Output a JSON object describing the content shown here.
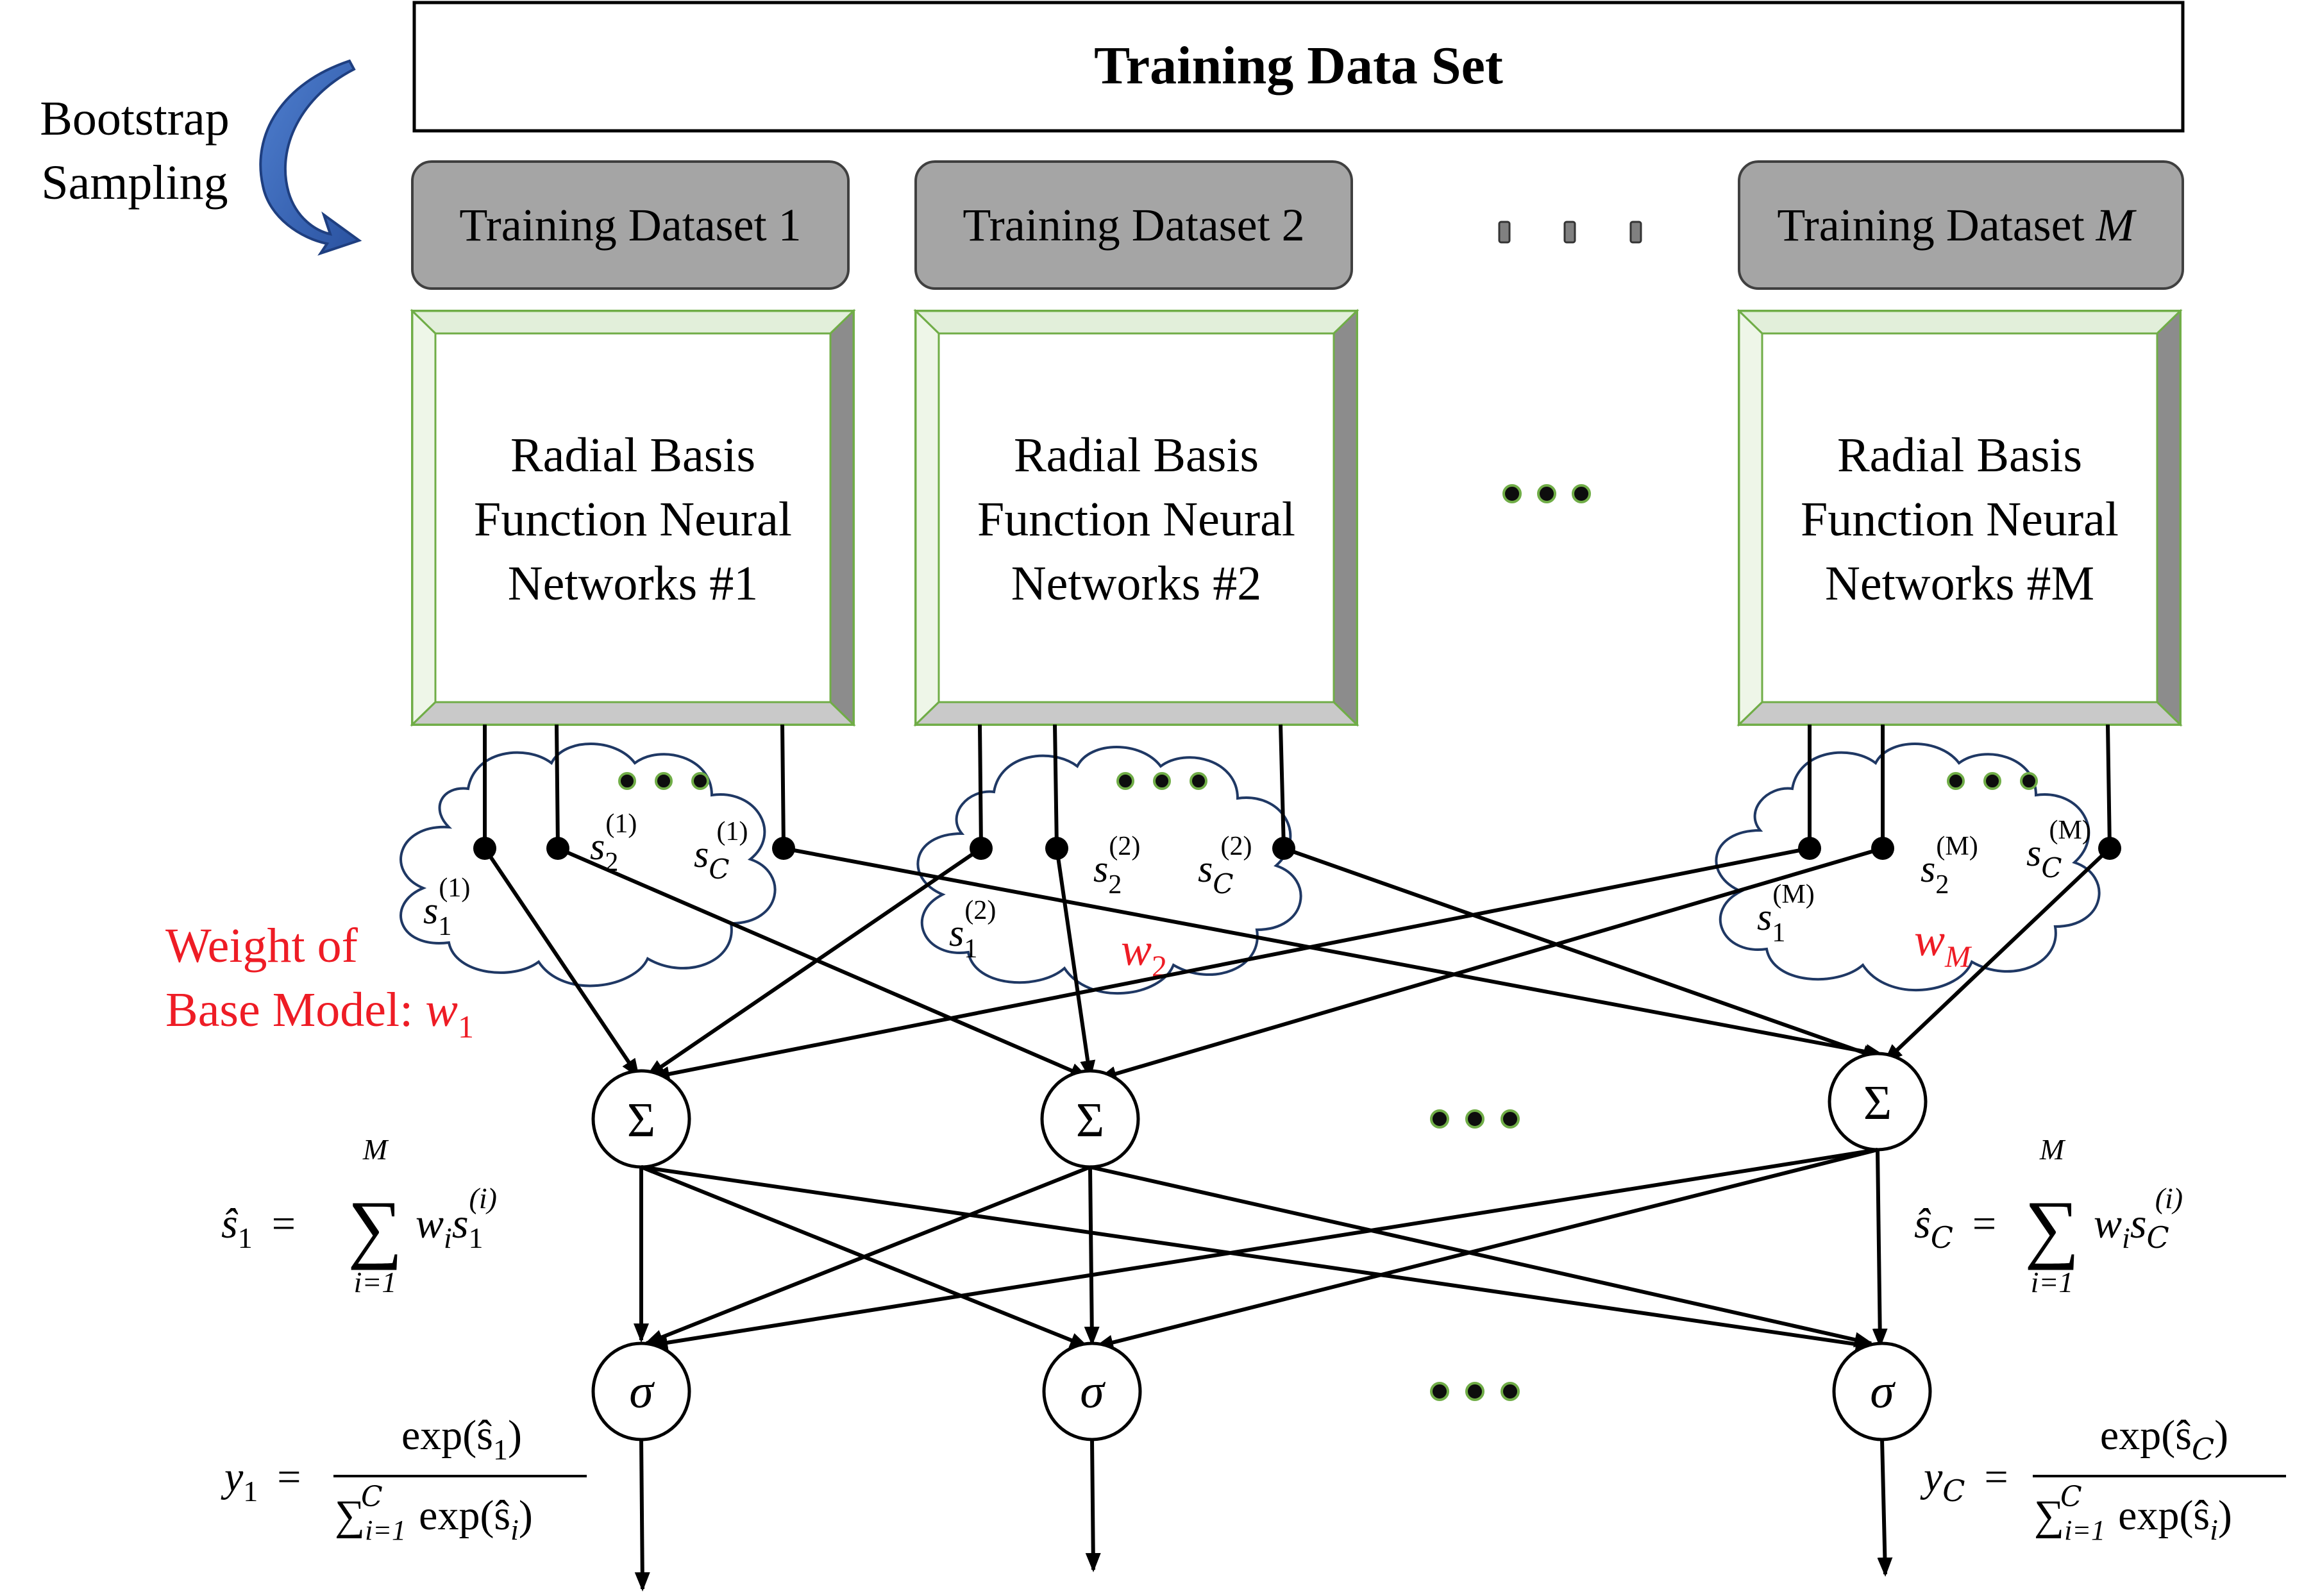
{
  "header": {
    "training_data_set": "Training Data Set"
  },
  "bootstrap": {
    "line1": "Bootstrap",
    "line2": "Sampling"
  },
  "datasets": [
    {
      "label": "Training Dataset 1",
      "italic_suffix": ""
    },
    {
      "label": "Training Dataset 2",
      "italic_suffix": ""
    },
    {
      "label": "Training Dataset ",
      "italic_suffix": "M"
    }
  ],
  "networks": [
    {
      "line1": "Radial Basis",
      "line2": "Function Neural",
      "line3": "Networks #1"
    },
    {
      "line1": "Radial Basis",
      "line2": "Function Neural",
      "line3": "Networks #2"
    },
    {
      "line1": "Radial Basis",
      "line2": "Function Neural",
      "line3": "Networks #M"
    }
  ],
  "scores": {
    "s_letter": "s",
    "sub1": "1",
    "sub2": "2",
    "subC": "𝐶",
    "sup": [
      "(1)",
      "(2)",
      "(M)"
    ]
  },
  "weights": {
    "w1_line1": "Weight of",
    "w1_line2_text": "Base Model: ",
    "w_letter": "w",
    "w1_sub": "1",
    "w2_sub": "2",
    "wM_sub": "M",
    "color": "#ee1c25"
  },
  "nodes": {
    "sum_symbol": "Σ",
    "sigma_symbol": "σ"
  },
  "formulas": {
    "s1_lhs": "ŝ",
    "s1_lhs_sub": "1",
    "sC_lhs_sub": "𝐶",
    "equals": "=",
    "sum_upper": "M",
    "sum_lower": "i=1",
    "big_sum": "∑",
    "w_term": "w",
    "w_term_sub": "i",
    "s_term": "s",
    "s_term_sub1": "1",
    "s_term_subC": "𝐶",
    "s_term_sup": "(i)",
    "y_letter": "y",
    "y1_sub": "1",
    "yC_sub": "𝐶",
    "exp_num_1": "exp(ŝ",
    "exp_num_close": ")",
    "den_sum": "∑",
    "den_upper": "𝐶",
    "den_lower": "i=1",
    "den_exp": " exp(ŝ",
    "den_sub": "i",
    "den_close": ")"
  },
  "colors": {
    "dataset_box_fill": "#a5a5a5",
    "network_border": "#70ad47",
    "cloud_stroke": "#1f3864",
    "dot_fill": "#0d0d0d",
    "dot_ring": "#70ad47",
    "arrow_blue": "#2e5fa8"
  }
}
